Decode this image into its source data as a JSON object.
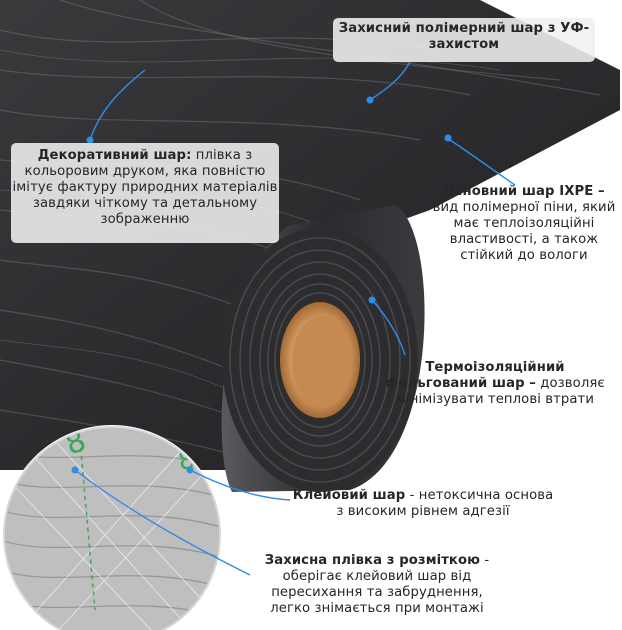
{
  "labels": {
    "top": {
      "bold": "Захисний полімерний шар з УФ-захистом",
      "text": ""
    },
    "decor": {
      "bold": "Декоративний шар:",
      "text": " плівка з кольоровим друком, яка повністю імітує фактуру природних матеріалів завдяки чіткому та детальному зображенню"
    },
    "ixpe": {
      "bold": "Основний шар IXPE –",
      "text": " вид полімерної піни, який має теплоізоляційні властивості, а також стійкий до вологи"
    },
    "thermo": {
      "bold": "Термоізоляційний фольгований шар –",
      "text": " дозволяє мінімізувати теплові втрати"
    },
    "glue": {
      "bold": "Клейовий шар",
      "text": " - нетоксична основа з високим рівнем адгезії"
    },
    "film": {
      "bold": "Захисна плівка з розміткою",
      "text": " - оберігає клейовий шар від пересихання та забруднення, легко знімається при монтажі"
    }
  },
  "colors": {
    "pointer": "#2e8de8",
    "box_bg": "#f0f0f0",
    "text": "#262626",
    "wood_dark": "#2a2a2c",
    "core": "#c98d58"
  }
}
